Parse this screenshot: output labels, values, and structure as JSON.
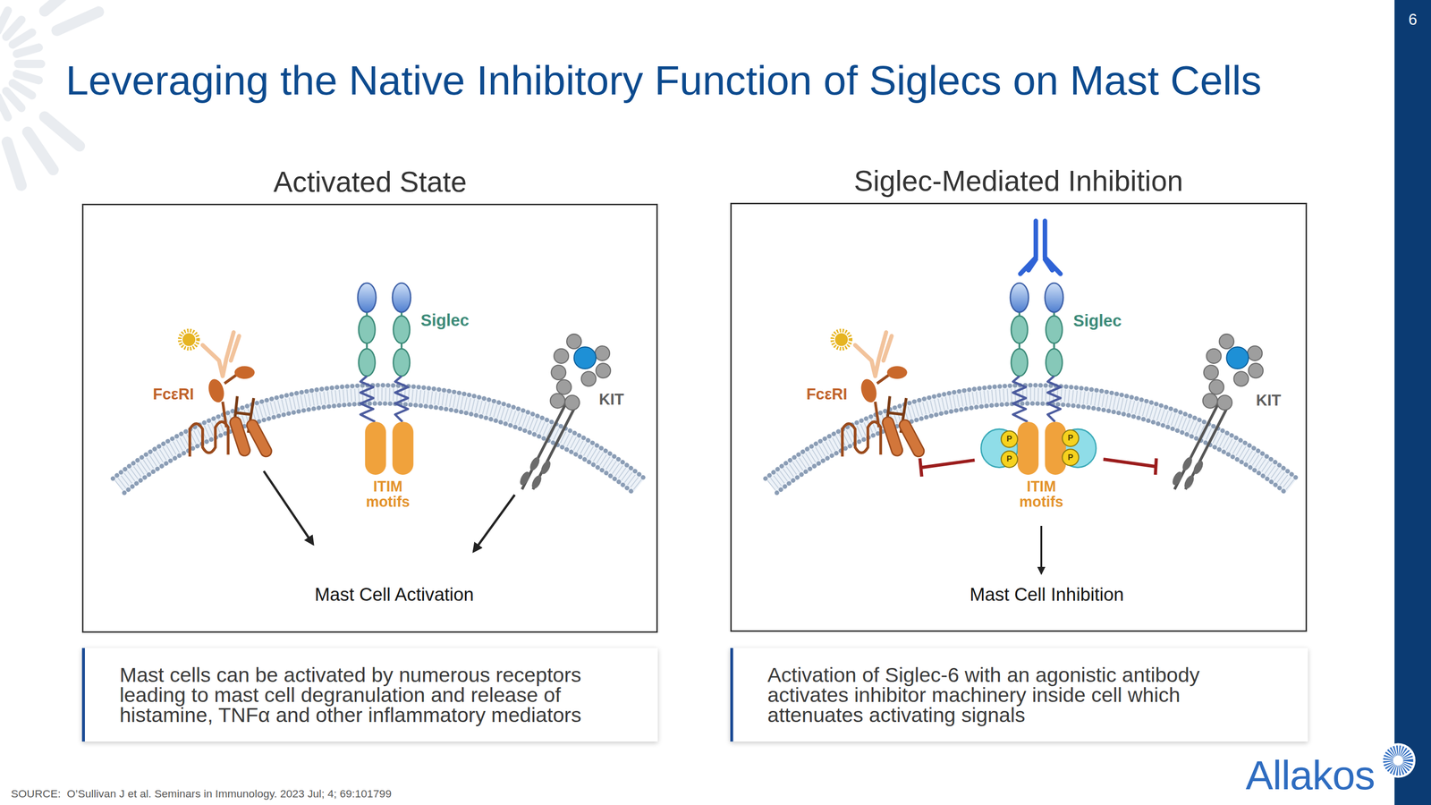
{
  "diagram": {
    "title": "Leveraging the Native Inhibitory Function of Siglecs on Mast Cells",
    "nodes": [
      {
        "text": [
          "Activated State"
        ]
      },
      {
        "text": [
          "Siglec-Mediated Inhibition"
        ]
      },
      {
        "text": [
          "Mast cells can be activated by numerous receptors leading to mast cell degranulation and release of histamine, TNFα and other inflammatory mediators"
        ]
      },
      {
        "text": [
          "Activation of Siglec-6 with an agonistic antibody activates inhibitor machinery inside cell which attenuates activating signals"
        ]
      }
    ],
    "labels": [
      "6",
      "Siglec",
      "FcεRI",
      "KIT",
      "ITIM motifs",
      "Mast Cell Activation",
      "Siglec",
      "FcεRI",
      "KIT",
      "P",
      "P",
      "P",
      "P",
      "ITIM motifs",
      "Mast Cell Inhibition",
      "SOURCE:  O’Sullivan J et al. Seminars in Immunology. 2023 Jul; 4; 69:101799",
      "Allakos"
    ]
  }
}
